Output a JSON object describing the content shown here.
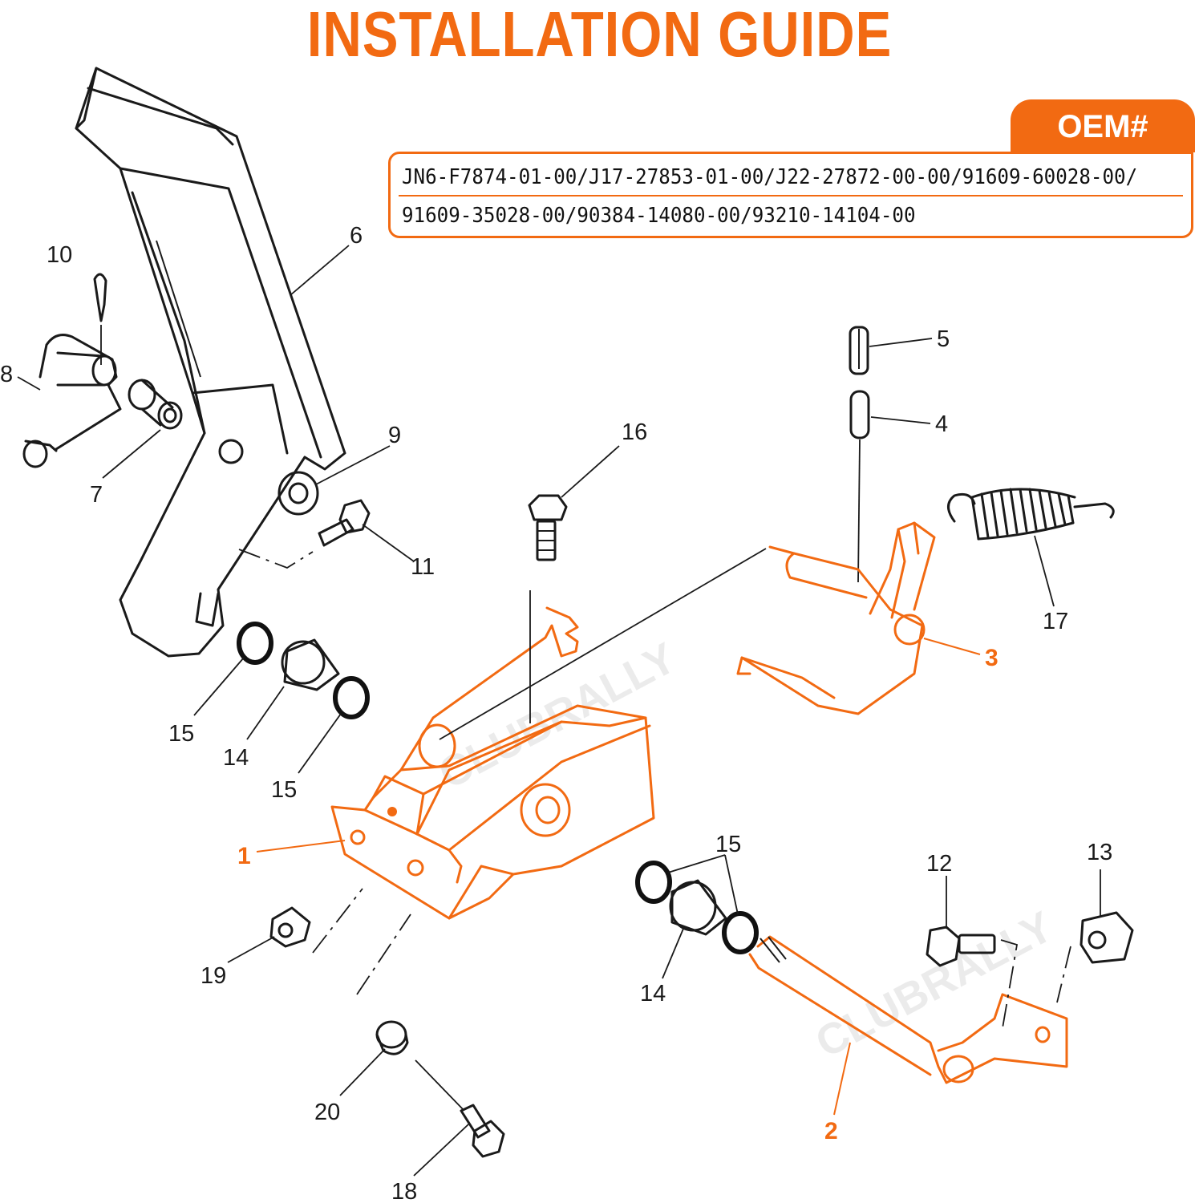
{
  "title": "INSTALLATION GUIDE",
  "oem": {
    "label": "OEM#",
    "line1": "JN6-F7874-01-00/J17-27853-01-00/J22-27872-00-00/91609-60028-00/",
    "line2": "91609-35028-00/90384-14080-00/93210-14104-00"
  },
  "watermark": "CLUBRALLY",
  "callouts": {
    "c1": "1",
    "c2": "2",
    "c3": "3",
    "c4": "4",
    "c5": "5",
    "c6": "6",
    "c7": "7",
    "c8": "8",
    "c9": "9",
    "c10": "10",
    "c11": "11",
    "c12": "12",
    "c13": "13",
    "c14a": "14",
    "c14b": "14",
    "c15a": "15",
    "c15b": "15",
    "c15c": "15",
    "c16": "16",
    "c17": "17",
    "c18": "18",
    "c19": "19",
    "c20": "20"
  },
  "colors": {
    "accent": "#f26a12",
    "linework": "#1a1a1a",
    "background": "#ffffff"
  }
}
